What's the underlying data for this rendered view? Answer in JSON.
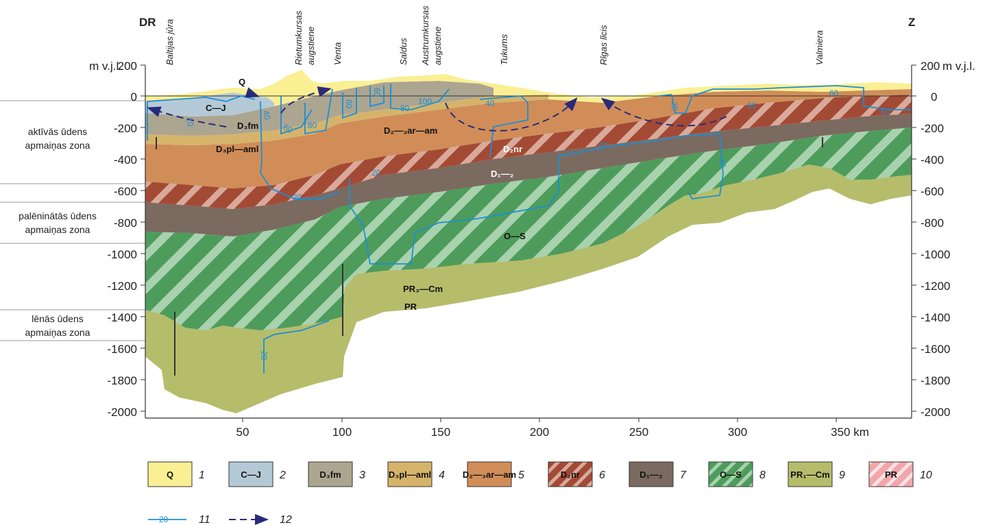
{
  "header": {
    "left": "DR",
    "right": "Z"
  },
  "axes": {
    "left_unit": "m v.j.l.",
    "right_unit": "m v.j.l.",
    "left_top": "200",
    "right_top": "200",
    "y_ticks": [
      "0",
      "-200",
      "-400",
      "-600",
      "-800",
      "-1000",
      "-1200",
      "-1400",
      "-1600",
      "-1800",
      "-2000"
    ],
    "x_ticks": [
      "50",
      "100",
      "150",
      "200",
      "250",
      "300"
    ],
    "x_last": "350 km"
  },
  "places": [
    {
      "name": "Baltijas jūra"
    },
    {
      "name": "Rietumkursas"
    },
    {
      "name": "augstiene"
    },
    {
      "name": "Venta"
    },
    {
      "name": "Saldus"
    },
    {
      "name": "Austrumkursas"
    },
    {
      "name": "augstiene"
    },
    {
      "name": "Tukums"
    },
    {
      "name": "Rīgas līcis"
    },
    {
      "name": "Valmiera"
    }
  ],
  "zones": [
    {
      "line1": "aktīvās ūdens",
      "line2": "apmaiņas zona"
    },
    {
      "line1": "palēninātās ūdens",
      "line2": "apmaiņas zona"
    },
    {
      "line1": "lēnās ūdens",
      "line2": "apmaiņas zona"
    }
  ],
  "layer_labels": {
    "q": "Q",
    "cj": "C—J",
    "d3fm": "D₃fm",
    "d3pl": "D₃pl—aml",
    "d23": "D₂—₃ar—am",
    "d2nr": "D₂nr",
    "d12": "D₁—₂",
    "os": "O—S",
    "pr3": "PR₃—Cm",
    "pr": "PR"
  },
  "isolines": [
    "10",
    "40",
    "60",
    "80",
    "60",
    "100",
    "80",
    "60",
    "40",
    "20",
    "20",
    "10",
    "40",
    "20",
    "60",
    "60",
    "60",
    "20"
  ],
  "legend": [
    {
      "code": "Q",
      "num": "1",
      "color": "#fbef94"
    },
    {
      "code": "C—J",
      "num": "2",
      "color": "#b4c9d6"
    },
    {
      "code": "D₃fm",
      "num": "3",
      "color": "#aca590"
    },
    {
      "code": "D₃pl—aml",
      "num": "4",
      "color": "#d5b36a"
    },
    {
      "code": "D₂—₃ar—am",
      "num": "5",
      "color": "#d08d58"
    },
    {
      "code": "D₂nr",
      "num": "6",
      "color": "#a34a35"
    },
    {
      "code": "D₁—₂",
      "num": "7",
      "color": "#7b6a60"
    },
    {
      "code": "O—S",
      "num": "8",
      "color": "#4e9c5c"
    },
    {
      "code": "PR₁—Cm",
      "num": "9",
      "color": "#b5bd6b"
    },
    {
      "code": "PR",
      "num": "10",
      "color": "#f1a7aa"
    }
  ],
  "legend_lines": [
    {
      "sample": "20",
      "num": "11"
    },
    {
      "num": "12"
    }
  ],
  "colors": {
    "isoline": "#1a8fd6",
    "flow": "#2a2a7a"
  }
}
